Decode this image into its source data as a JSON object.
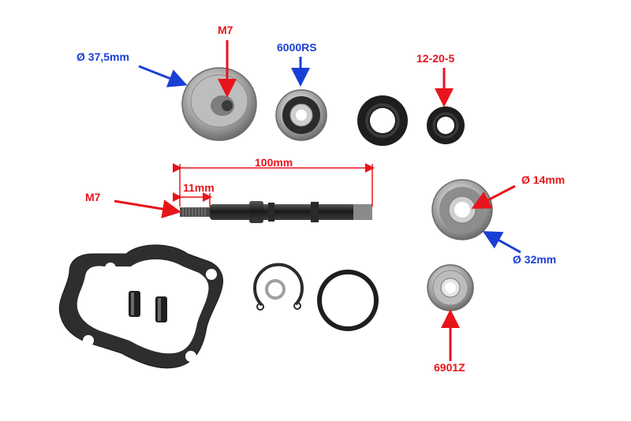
{
  "labels": {
    "housing_thread": "M7",
    "housing_diameter": "Ø 37,5mm",
    "bearing_top": "6000RS",
    "seal_small": "12-20-5",
    "shaft_length": "100mm",
    "thread_length": "11mm",
    "shaft_thread": "M7",
    "bearing_inner": "Ø 14mm",
    "bearing_outer": "Ø 32mm",
    "bearing_small": "6901Z"
  },
  "colors": {
    "red_annotation": "#e8141c",
    "blue_annotation": "#1a3fd6"
  }
}
